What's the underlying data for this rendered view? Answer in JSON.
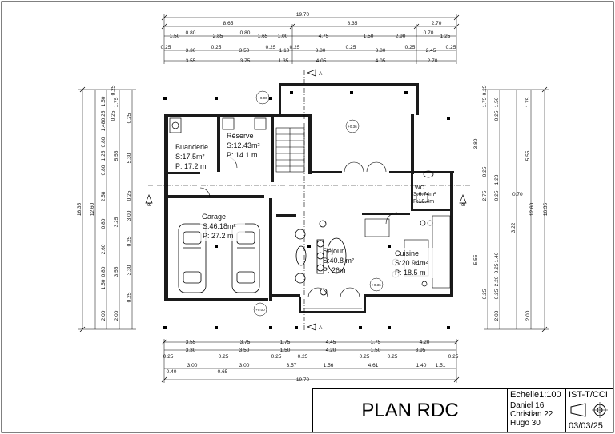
{
  "title_block": {
    "title": "PLAN RDC",
    "scale": "Echelle1:100",
    "institution": "IST-T/CCI",
    "authors": [
      "Daniel 16",
      "Christian 22",
      "Hugo 30"
    ],
    "date": "03/03/25"
  },
  "rooms": [
    {
      "id": "buanderie",
      "name": "Buanderie",
      "area": "S:17.5m²",
      "perimeter": "P: 17.2 m"
    },
    {
      "id": "reserve",
      "name": "Réserve",
      "area": "S:12.43m²",
      "perimeter": "P: 14.1 m"
    },
    {
      "id": "garage",
      "name": "Garage",
      "area": "S:46.18m²",
      "perimeter": "P: 27.2 m"
    },
    {
      "id": "sejour",
      "name": "Séjour",
      "area": "S:40.8 m²",
      "perimeter": "P: 26m"
    },
    {
      "id": "cuisine",
      "name": "Cuisine",
      "area": "S:20.94m²",
      "perimeter": "P: 18.5 m"
    },
    {
      "id": "wc",
      "name": "WC",
      "area": "S:6.74m²",
      "perimeter": "P:10.4m"
    }
  ],
  "levels": [
    "+0.00",
    "+0.36",
    "+0.36",
    "+0.00"
  ],
  "section_marks": {
    "vertical": "A",
    "horizontal": "B"
  },
  "dimensions": {
    "top_total": "19.70",
    "top_row1": [
      "8.65",
      "8.35",
      "2.70"
    ],
    "top_row2": [
      "1.50",
      "0.80",
      "2.85",
      "0.80",
      "1.65",
      "1.00",
      "4.75",
      "1.50",
      "2.90",
      "0.70",
      "1.25"
    ],
    "top_row3": [
      "0.25",
      "3.30",
      "0.25",
      "3.50",
      "0.25",
      "1.10",
      "0.25",
      "3.80",
      "0.25",
      "3.80",
      "0.25",
      "2.45",
      "0.25"
    ],
    "top_row4": [
      "3.55",
      "3.75",
      "1.35",
      "4.05",
      "4.05",
      "2.70"
    ],
    "bottom_row1": [
      "3.55",
      "3.75",
      "1.75",
      "4.45",
      "1.75",
      "4.20"
    ],
    "bottom_row2": [
      "0.25",
      "3.30",
      "0.25",
      "3.50",
      "0.25",
      "1.50",
      "0.25",
      "4.20",
      "0.25",
      "1.50",
      "0.25",
      "3.95",
      "0.25"
    ],
    "bottom_row3": [
      "0.40",
      "3.00",
      "0.65",
      "3.00",
      "3.57",
      "1.56",
      "4.61",
      "1.40",
      "1.51"
    ],
    "bottom_total": "19.70",
    "left_total": "16.35",
    "left_sub": "12.60",
    "left_row1": [
      "1.75",
      "5.55",
      "3.25",
      "3.55",
      "2.00"
    ],
    "left_row2": [
      "0.25",
      "5.30",
      "0.25",
      "3.00",
      "0.25",
      "3.30",
      "0.25"
    ],
    "left_row3": [
      "1.50",
      "0.25",
      "1.48",
      "0.80",
      "1.25",
      "0.80",
      "2.58",
      "0.80",
      "2.60",
      "0.80",
      "1.50",
      "2.00"
    ],
    "left_top_small": [
      "0.25",
      "0.25"
    ],
    "right_total": "16.35",
    "right_sub": "12.60",
    "right_row1": [
      "1.75",
      "5.55",
      "3.22",
      "2.00"
    ],
    "right_row2": [
      "0.25",
      "1.75",
      "3.80",
      "0.25",
      "2.75",
      "5.55",
      "0.25"
    ],
    "right_row3": [
      "1.50",
      "0.25",
      "1.28",
      "0.25",
      "1.40",
      "0.25",
      "2.20",
      "0.25",
      "2.00"
    ],
    "right_extra": "0.70"
  }
}
